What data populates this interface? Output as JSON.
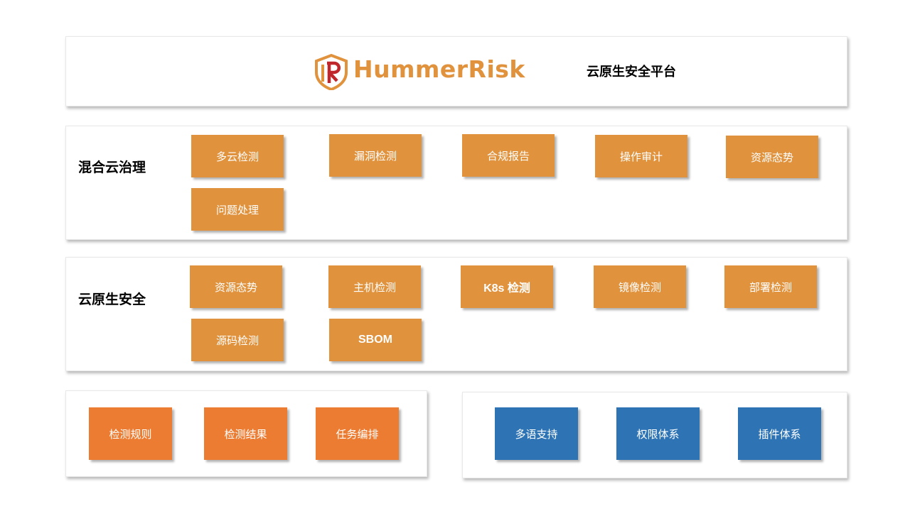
{
  "header": {
    "brand": "HummerRisk",
    "subtitle": "云原生安全平台",
    "accent_color": "#E0923D",
    "logo_icon": "shield-r-logo"
  },
  "hybrid_cloud": {
    "title": "混合云治理",
    "items": [
      "多云检测",
      "漏洞检测",
      "合规报告",
      "操作审计",
      "资源态势",
      "问题处理"
    ]
  },
  "cloud_native": {
    "title": "云原生安全",
    "items": [
      "资源态势",
      "主机检测",
      "K8s 检测",
      "镜像检测",
      "部署检测",
      "源码检测",
      "SBOM"
    ]
  },
  "bottom_left": {
    "items": [
      "检测规则",
      "检测结果",
      "任务编排"
    ],
    "color": "#EC7C32"
  },
  "bottom_right": {
    "items": [
      "多语支持",
      "权限体系",
      "插件体系"
    ],
    "color": "#2E74B5"
  }
}
